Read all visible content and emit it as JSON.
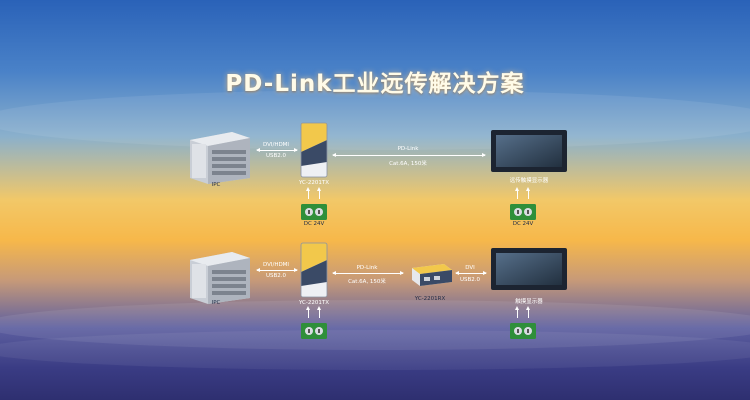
{
  "title": "PD-Link工业远传解决方案",
  "row1": {
    "ipc_label": "IPC",
    "signal_top": "DVI/HDMI",
    "signal_bottom": "USB2.0",
    "tx_label": "YC-2201TX",
    "link_top": "PD-Link",
    "link_bottom": "Cat.6A, 150米",
    "display_label": "远传触摸显示器",
    "power_tx": "DC 24V",
    "power_display": "DC 24V"
  },
  "row2": {
    "ipc_label": "IPC",
    "signal_top": "DVI/HDMI",
    "signal_bottom": "USB2.0",
    "tx_label": "YC-2201TX",
    "link_top": "PD-Link",
    "link_bottom": "Cat.6A, 150米",
    "rx_label": "YC-2201RX",
    "rx_signal_top": "DVI",
    "rx_signal_bottom": "USB2.0",
    "display_label": "触摸显示器"
  },
  "colors": {
    "accent_yellow": "#f2c84b",
    "terminal_green": "#2f8f3a",
    "screen": "#3a4f66"
  }
}
